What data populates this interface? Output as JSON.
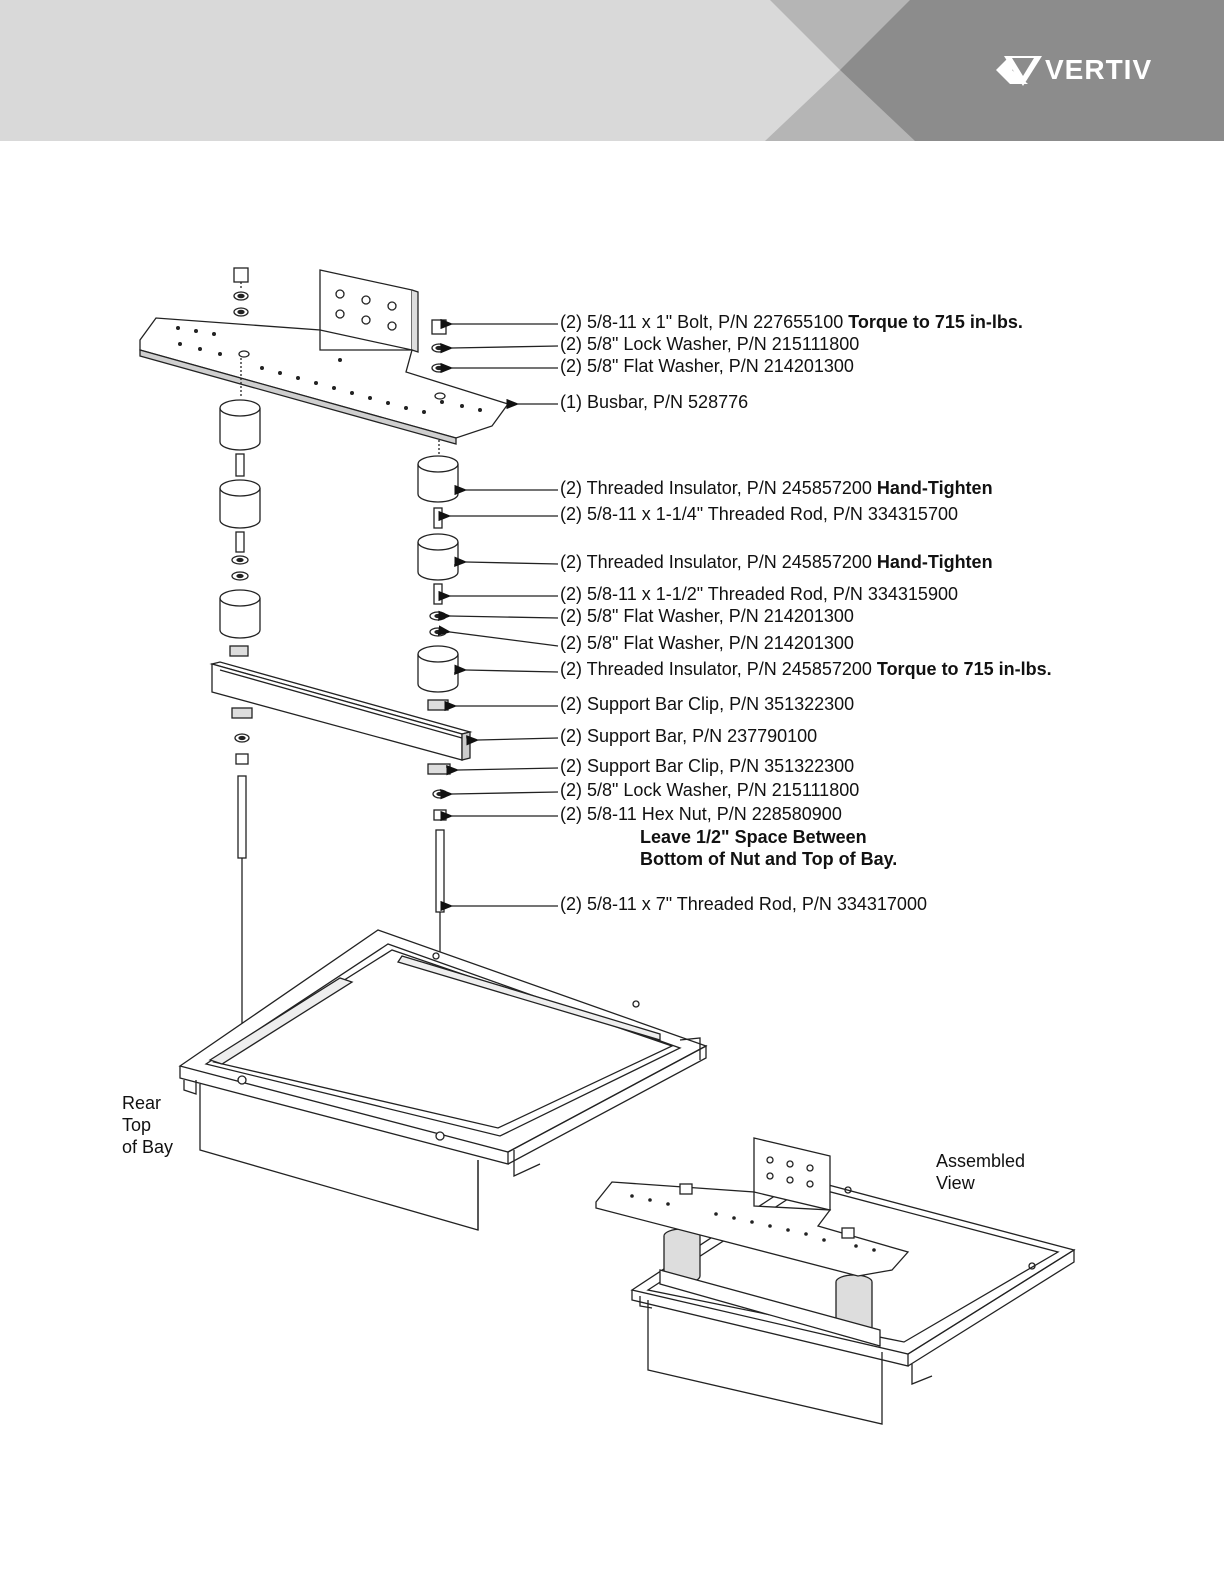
{
  "header": {
    "brand": "VERTIV",
    "colors": {
      "light_band": "#d9d9d9",
      "mid_band": "#b5b5b5",
      "dark_band": "#8c8c8c",
      "logo": "#ffffff"
    }
  },
  "callouts": [
    {
      "text": "(2) 5/8-11 x 1\" Bolt, P/N 227655100",
      "note": "Torque to 715 in-lbs."
    },
    {
      "text": "(2) 5/8\" Lock Washer, P/N 215111800",
      "note": ""
    },
    {
      "text": "(2) 5/8\" Flat Washer, P/N 214201300",
      "note": ""
    },
    {
      "text": "(1) Busbar, P/N 528776",
      "note": ""
    },
    {
      "text": "(2) Threaded Insulator, P/N 245857200",
      "note": "Hand-Tighten"
    },
    {
      "text": "(2) 5/8-11 x 1-1/4\" Threaded Rod, P/N 334315700",
      "note": ""
    },
    {
      "text": "(2) Threaded Insulator, P/N 245857200",
      "note": "Hand-Tighten"
    },
    {
      "text": "(2) 5/8-11 x 1-1/2\" Threaded Rod, P/N 334315900",
      "note": ""
    },
    {
      "text": "(2) 5/8\" Flat Washer, P/N 214201300",
      "note": ""
    },
    {
      "text": "(2) 5/8\" Flat Washer, P/N 214201300",
      "note": ""
    },
    {
      "text": "(2) Threaded Insulator, P/N 245857200",
      "note": "Torque to 715 in-lbs."
    },
    {
      "text": "(2) Support Bar Clip, P/N 351322300",
      "note": ""
    },
    {
      "text": "(2) Support Bar, P/N 237790100",
      "note": ""
    },
    {
      "text": "(2) Support Bar Clip, P/N 351322300",
      "note": ""
    },
    {
      "text": "(2) 5/8\" Lock Washer, P/N 215111800",
      "note": ""
    },
    {
      "text": "(2) 5/8-11 Hex Nut, P/N 228580900",
      "note": ""
    },
    {
      "text": "(2) 5/8-11 x 7\" Threaded Rod, P/N 334317000",
      "note": ""
    }
  ],
  "nut_note": {
    "line1": "Leave 1/2\" Space Between",
    "line2": "Bottom of Nut and Top of Bay."
  },
  "rear_label": {
    "line1": "Rear",
    "line2": "Top",
    "line3": "of Bay"
  },
  "assembled_label": {
    "line1": "Assembled",
    "line2": "View"
  }
}
